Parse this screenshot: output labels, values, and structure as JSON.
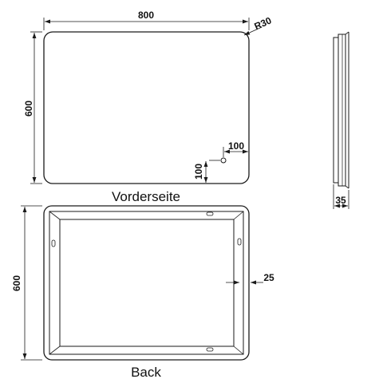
{
  "front_view": {
    "caption": "Vorderseite",
    "width_label": "800",
    "height_label": "600",
    "radius_label": "R30",
    "offset_x_label": "100",
    "offset_y_label": "100"
  },
  "side_view": {
    "depth_label": "35"
  },
  "back_view": {
    "caption": "Back",
    "height_label": "600",
    "frame_label": "25"
  },
  "colors": {
    "line": "#1a1a1a",
    "background": "#ffffff"
  }
}
